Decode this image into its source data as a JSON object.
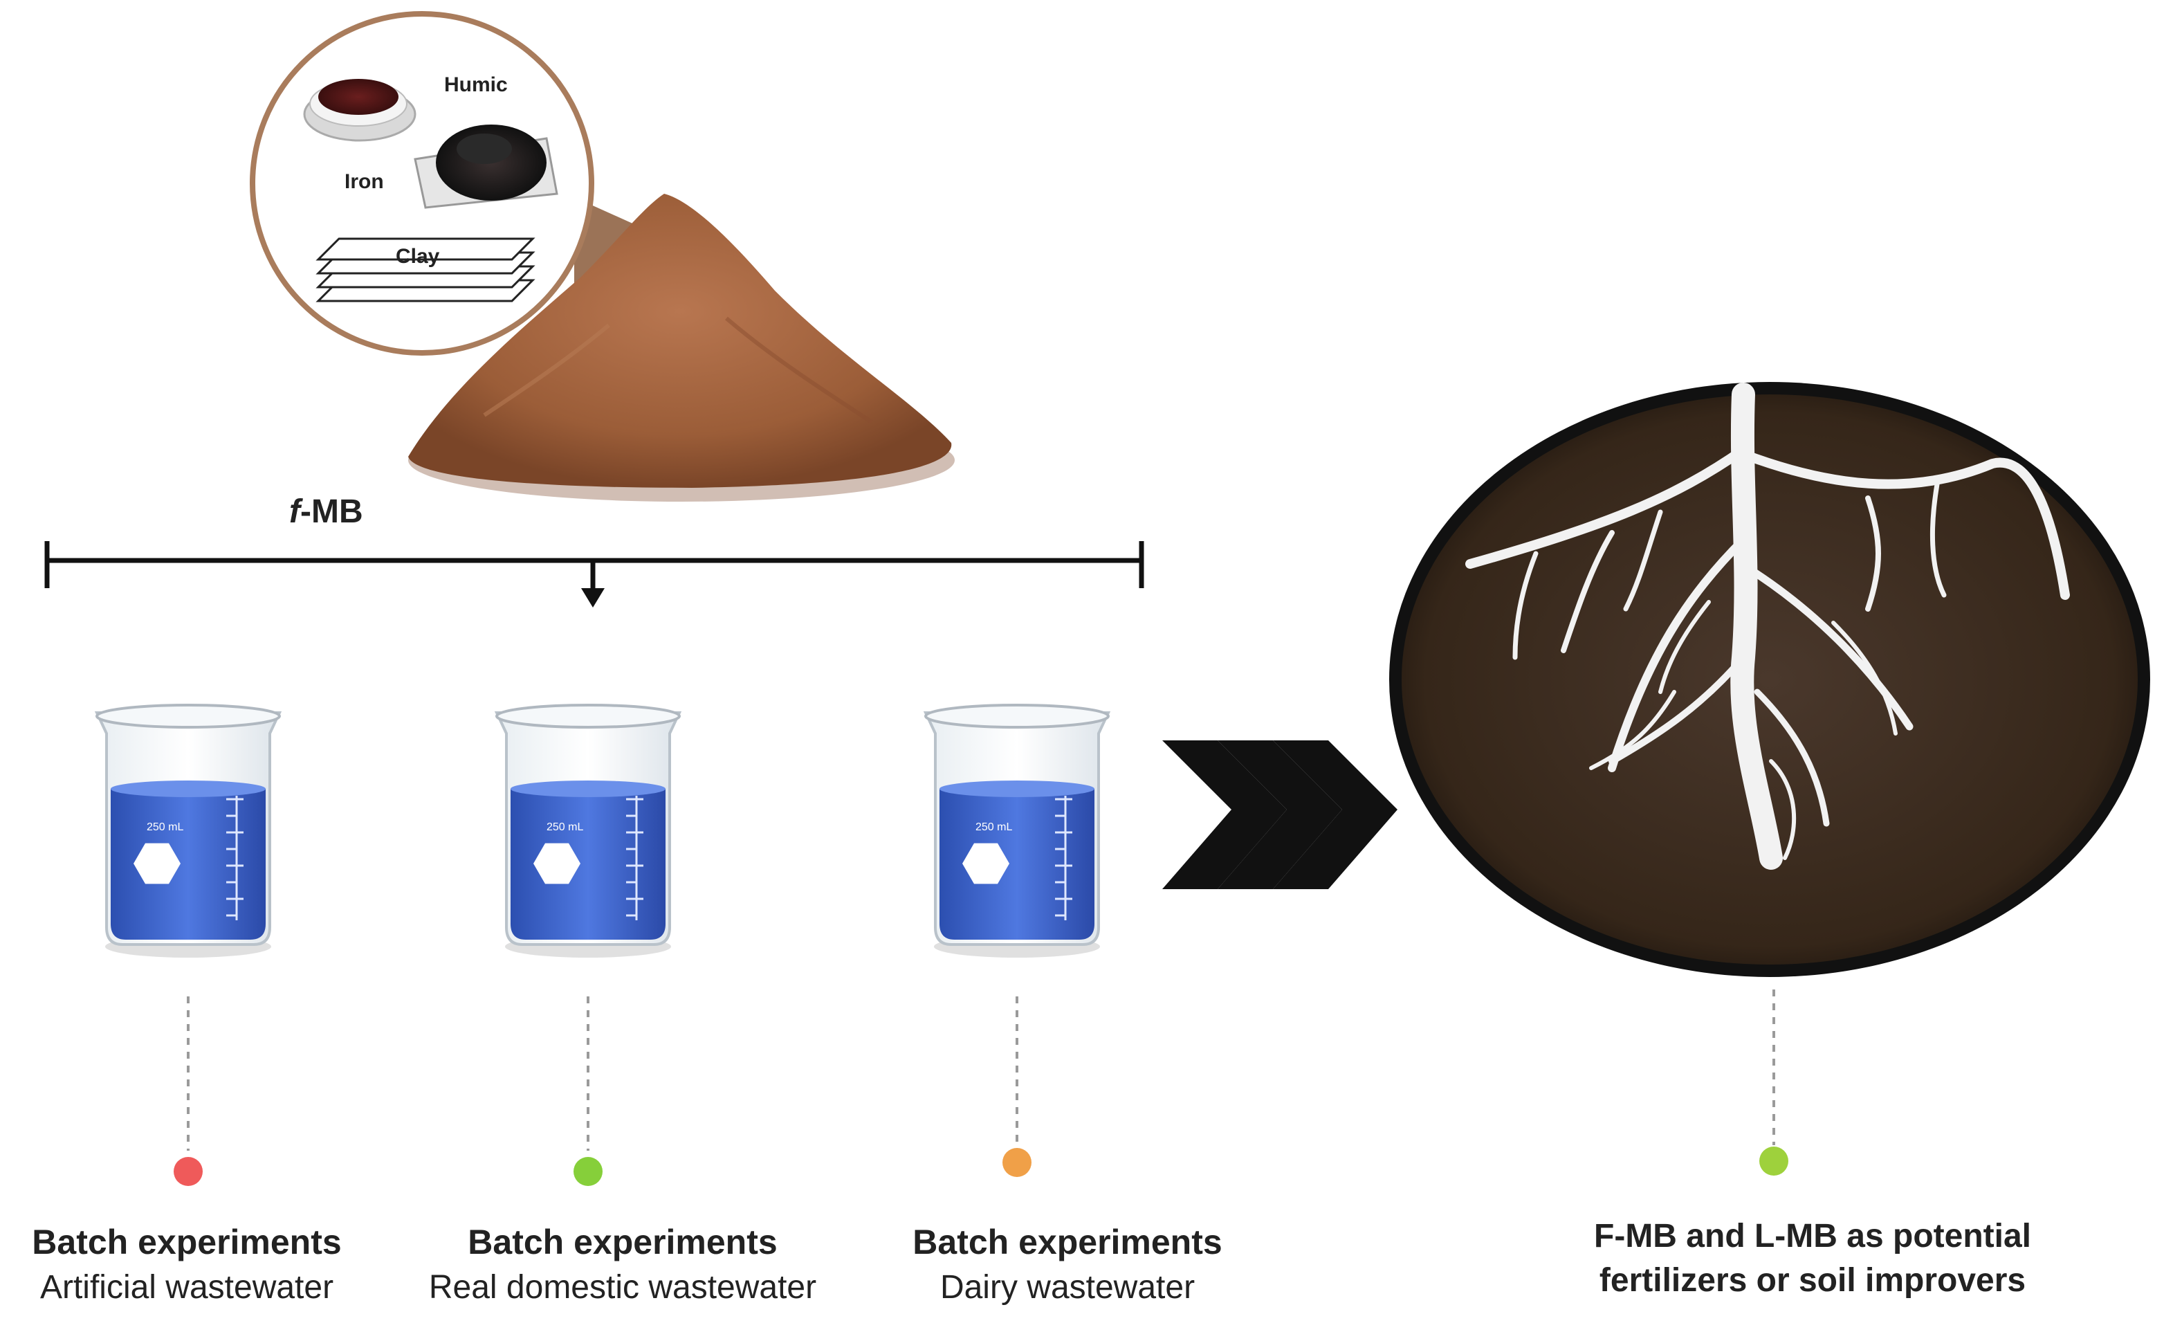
{
  "inset": {
    "humic_label": "Humic",
    "iron_label": "Iron",
    "clay_label": "Clay"
  },
  "product": {
    "label_italic": "f",
    "label_rest": "-MB"
  },
  "beakers": [
    {
      "volume_label": "250 mL",
      "title": "Batch experiments",
      "subtitle": "Artificial wastewater",
      "dot_color": "#ef5a5a"
    },
    {
      "volume_label": "250 mL",
      "title": "Batch experiments",
      "subtitle": "Real domestic wastewater",
      "dot_color": "#86cf3a"
    },
    {
      "volume_label": "250 mL",
      "title": "Batch experiments",
      "subtitle": "Dairy wastewater",
      "dot_color": "#f0a048"
    }
  ],
  "soil": {
    "line1": "F-MB and L-MB as potential",
    "line2": "fertilizers or soil improvers",
    "dot_color": "#9ed13c"
  },
  "colors": {
    "powder": "#a0633d",
    "water": "#3a63c8",
    "soil": "#3b2c22",
    "frame": "#a97c5c"
  }
}
